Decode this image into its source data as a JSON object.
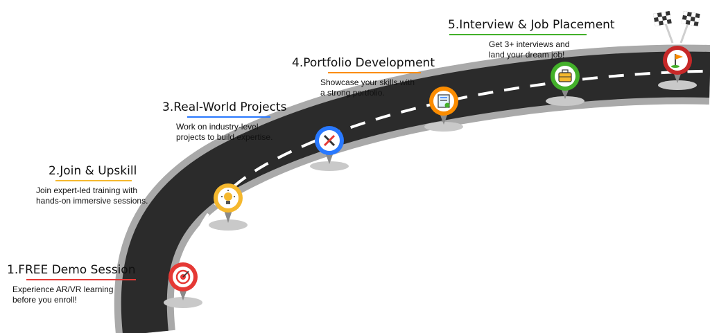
{
  "steps": [
    {
      "title": "1.FREE Demo Session",
      "desc1": "Experience AR/VR learning",
      "desc2": "before you enroll!",
      "accent": "#e53935",
      "icon": "target-icon"
    },
    {
      "title": "2.Join & Upskill",
      "desc1": "Join expert-led training with",
      "desc2": "hands-on immersive sessions.",
      "accent": "#f5b82e",
      "icon": "lightbulb-icon"
    },
    {
      "title": "3.Real-World Projects",
      "desc1": "Work on industry-level",
      "desc2": "projects to build expertise.",
      "accent": "#2979ff",
      "icon": "tools-icon"
    },
    {
      "title": "4.Portfolio Development",
      "desc1": "Showcase your skills with",
      "desc2": "a strong portfolio.",
      "accent": "#fb8c00",
      "icon": "portfolio-icon"
    },
    {
      "title": "5.Interview & Job Placement",
      "desc1": "Get 3+ interviews and",
      "desc2": "land your dream job!",
      "accent": "#43b02a",
      "icon": "briefcase-icon"
    }
  ],
  "finish": {
    "accent": "#c62828",
    "icon": "goal-flag-icon",
    "flags_icon": "checkered-flags-icon"
  },
  "colors": {
    "road": "#2b2b2b",
    "road_edge": "#a9a9a9",
    "dash": "#ffffff",
    "shadow": "#c9c9c9"
  }
}
